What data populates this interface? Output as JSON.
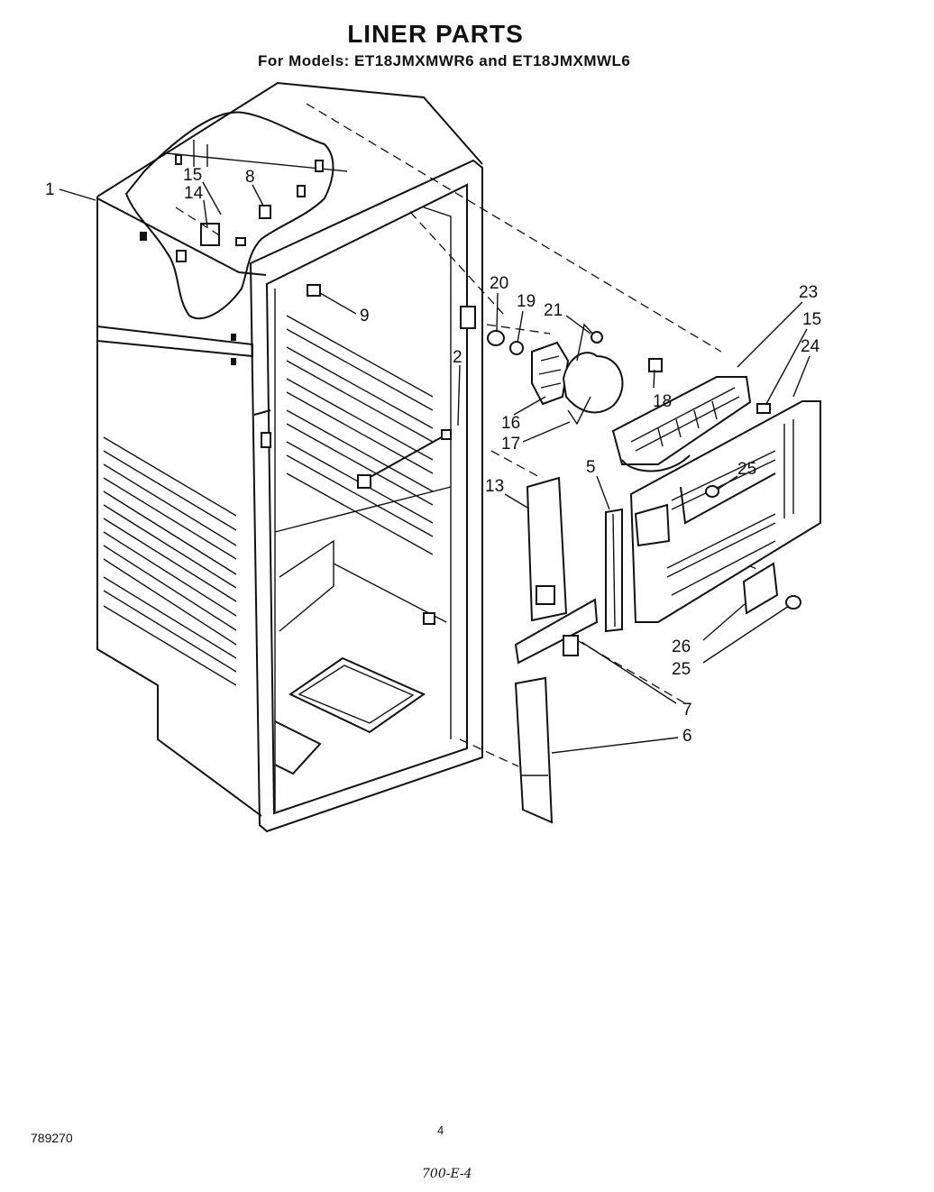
{
  "header": {
    "title": "LINER PARTS",
    "subtitle": "For Models: ET18JMXMWR6 and ET18JMXMWL6"
  },
  "callouts": {
    "c1": "1",
    "c15a": "15",
    "c14": "14",
    "c8": "8",
    "c9": "9",
    "c2": "2",
    "c20": "20",
    "c19": "19",
    "c21": "21",
    "c23": "23",
    "c15b": "15",
    "c24": "24",
    "c18": "18",
    "c16": "16",
    "c17": "17",
    "c13": "13",
    "c5": "5",
    "c25a": "25",
    "c26": "26",
    "c25b": "25",
    "c7": "7",
    "c6": "6"
  },
  "footer": {
    "doc_number": "789270",
    "page_number": "4",
    "handwritten": "700-E-4"
  }
}
